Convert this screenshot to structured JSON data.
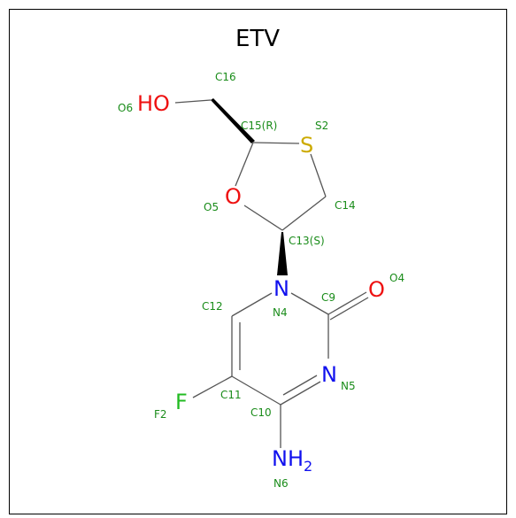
{
  "molecule": {
    "title": "ETV",
    "colors": {
      "carbon_label": "#1a8c1a",
      "oxygen": "#ee1111",
      "nitrogen": "#1111ee",
      "sulfur": "#ccaa00",
      "fluorine": "#22bb22",
      "bond": "#555555"
    },
    "atom_labels": [
      {
        "id": "c16",
        "text": "C16",
        "color": "#1a8c1a"
      },
      {
        "id": "o6",
        "text": "O6",
        "color": "#1a8c1a"
      },
      {
        "id": "c15",
        "text": "C15(R)",
        "color": "#1a8c1a"
      },
      {
        "id": "s2",
        "text": "S2",
        "color": "#1a8c1a"
      },
      {
        "id": "o5",
        "text": "O5",
        "color": "#1a8c1a"
      },
      {
        "id": "c14",
        "text": "C14",
        "color": "#1a8c1a"
      },
      {
        "id": "c13",
        "text": "C13(S)",
        "color": "#1a8c1a"
      },
      {
        "id": "o4",
        "text": "O4",
        "color": "#1a8c1a"
      },
      {
        "id": "c9",
        "text": "C9",
        "color": "#1a8c1a"
      },
      {
        "id": "c12",
        "text": "C12",
        "color": "#1a8c1a"
      },
      {
        "id": "n4",
        "text": "N4",
        "color": "#1a8c1a"
      },
      {
        "id": "n5",
        "text": "N5",
        "color": "#1a8c1a"
      },
      {
        "id": "c11",
        "text": "C11",
        "color": "#1a8c1a"
      },
      {
        "id": "f2",
        "text": "F2",
        "color": "#1a8c1a"
      },
      {
        "id": "c10",
        "text": "C10",
        "color": "#1a8c1a"
      },
      {
        "id": "n6",
        "text": "N6",
        "color": "#1a8c1a"
      }
    ],
    "element_symbols": {
      "ho": "HO",
      "s": "S",
      "o_ring": "O",
      "n_ring": "N",
      "o_carbonyl": "O",
      "n5": "N",
      "f": "F",
      "nh": "NH",
      "nh_sub": "2"
    }
  }
}
